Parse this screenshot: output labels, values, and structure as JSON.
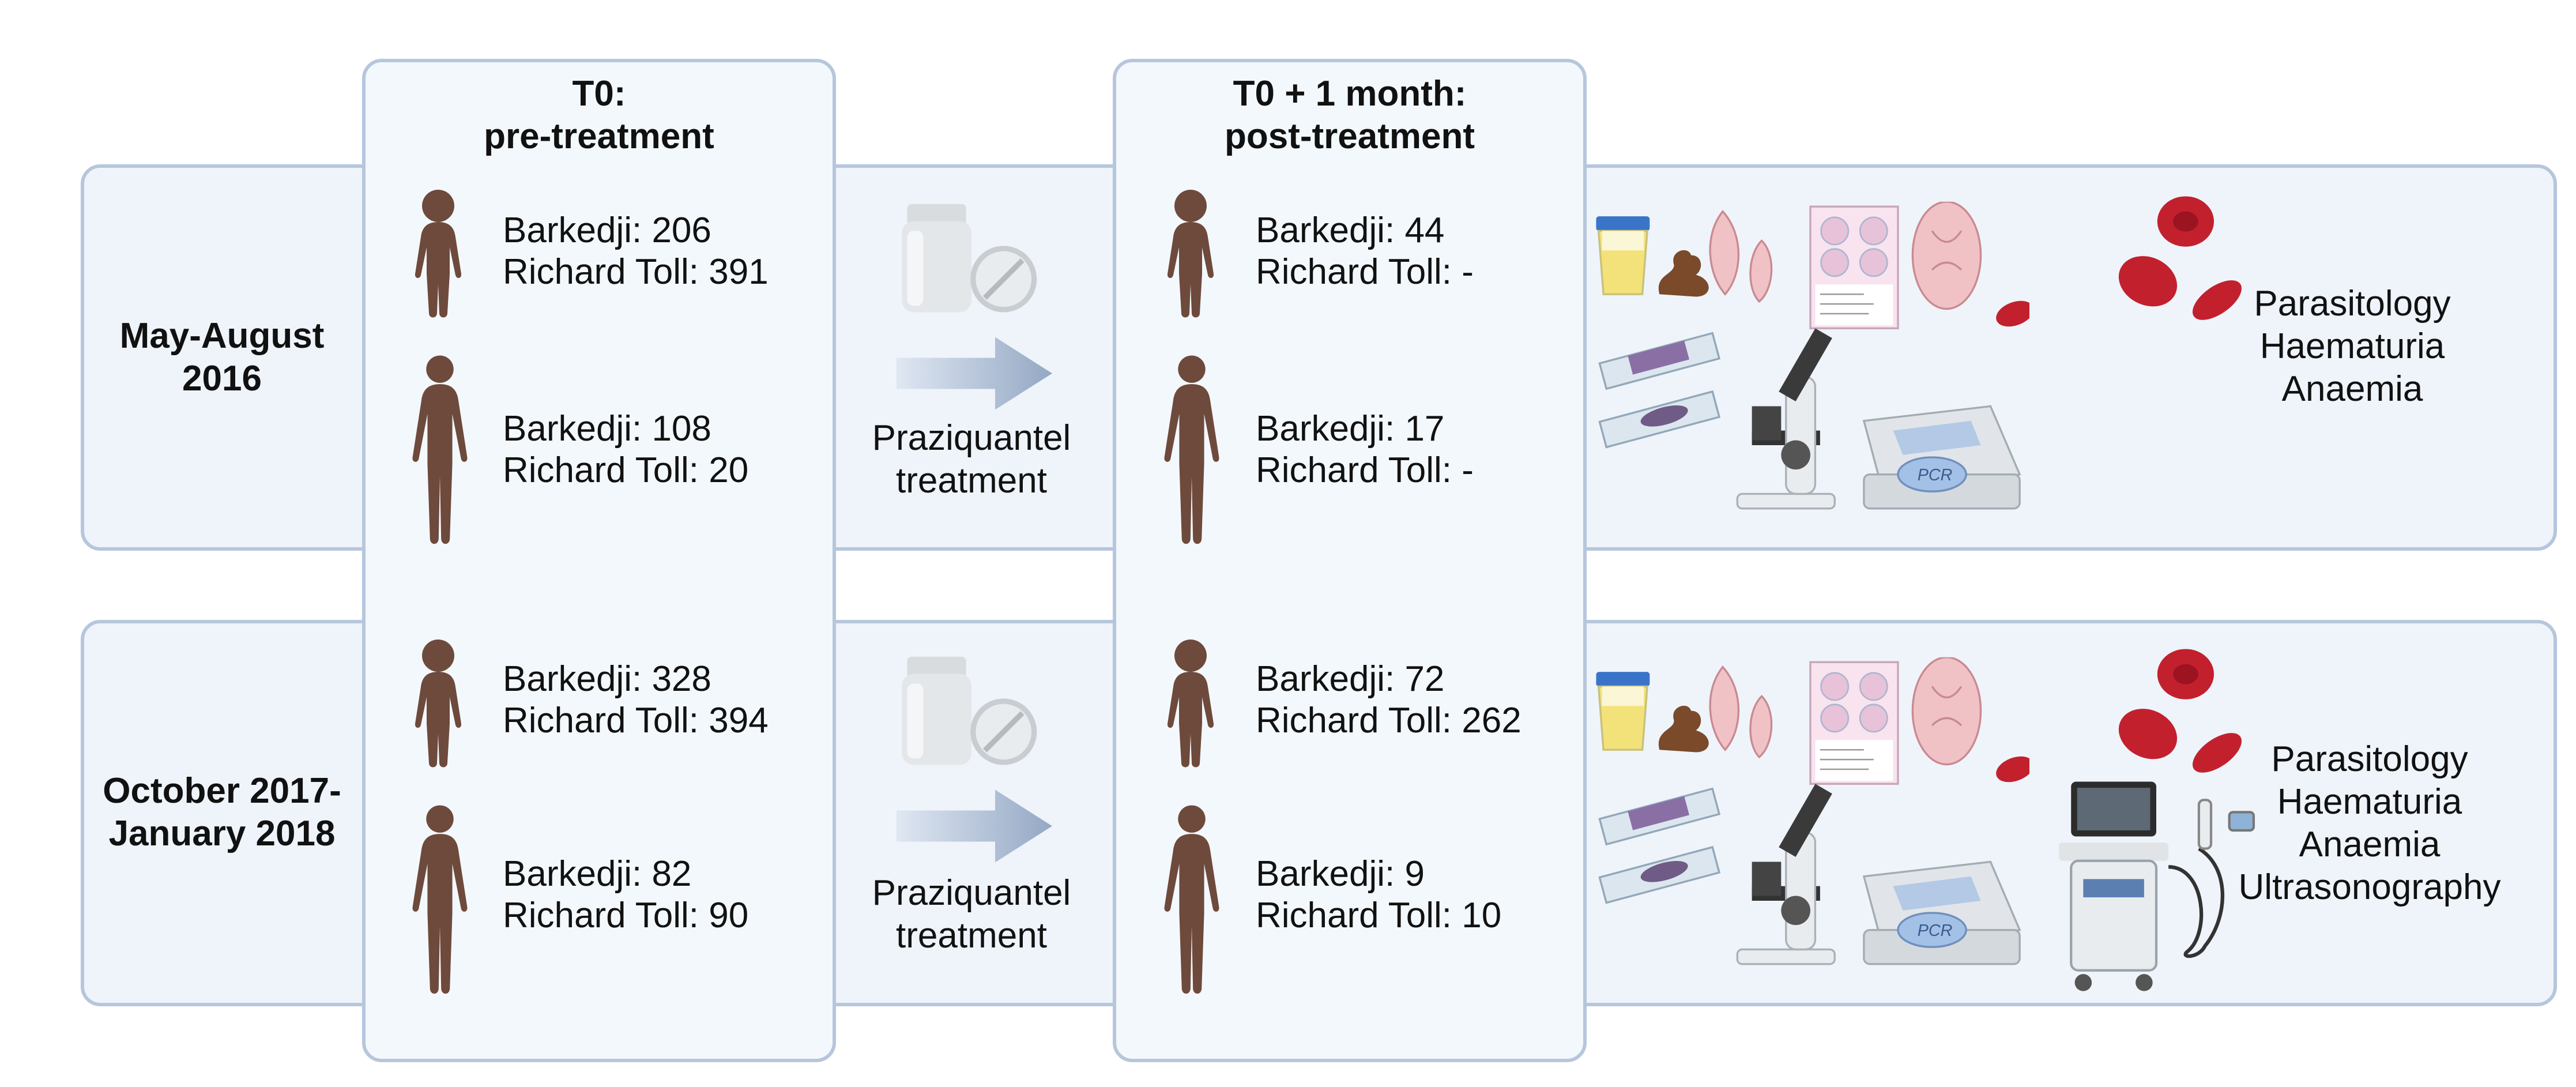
{
  "columns": {
    "t0": {
      "title_line1": "T0:",
      "title_line2": "pre-treatment"
    },
    "t1": {
      "title_line1": "T0 + 1 month:",
      "title_line2": "post-treatment"
    }
  },
  "rows": [
    {
      "period_line1": "May-August",
      "period_line2": "2016",
      "pre": {
        "children": [
          "Barkedji: 206",
          "Richard Toll: 391"
        ],
        "adults": [
          "Barkedji: 108",
          "Richard Toll: 20"
        ]
      },
      "post": {
        "children": [
          "Barkedji: 44",
          "Richard Toll: -"
        ],
        "adults": [
          "Barkedji: 17",
          "Richard Toll: -"
        ]
      },
      "treatment": [
        "Praziquantel",
        "treatment"
      ],
      "assessments": [
        "Parasitology",
        "Haematuria",
        "Anaemia"
      ]
    },
    {
      "period_line1": "October 2017-",
      "period_line2": "January 2018",
      "pre": {
        "children": [
          "Barkedji: 328",
          "Richard Toll: 394"
        ],
        "adults": [
          "Barkedji: 82",
          "Richard Toll: 90"
        ]
      },
      "post": {
        "children": [
          "Barkedji: 72",
          "Richard Toll: 262"
        ],
        "adults": [
          "Barkedji: 9",
          "Richard Toll: 10"
        ]
      },
      "treatment": [
        "Praziquantel",
        "treatment"
      ],
      "assessments": [
        "Parasitology",
        "Haematuria",
        "Anaemia",
        "Ultrasonography"
      ]
    }
  ],
  "icons": {
    "child": "child-figure-icon",
    "adult": "adult-figure-icon",
    "pill": "pill-bottle-icon",
    "arrow": "right-arrow-icon",
    "lab": "laboratory-equipment-icon",
    "ultrasound": "ultrasound-machine-icon"
  },
  "colors": {
    "band_fill": "#eef4fa",
    "band_border": "#b6c6dc",
    "skin": "#6e4a3c",
    "arrow": "#9fb2cc",
    "blood": "#c3202e",
    "stool": "#7a4a2a"
  }
}
